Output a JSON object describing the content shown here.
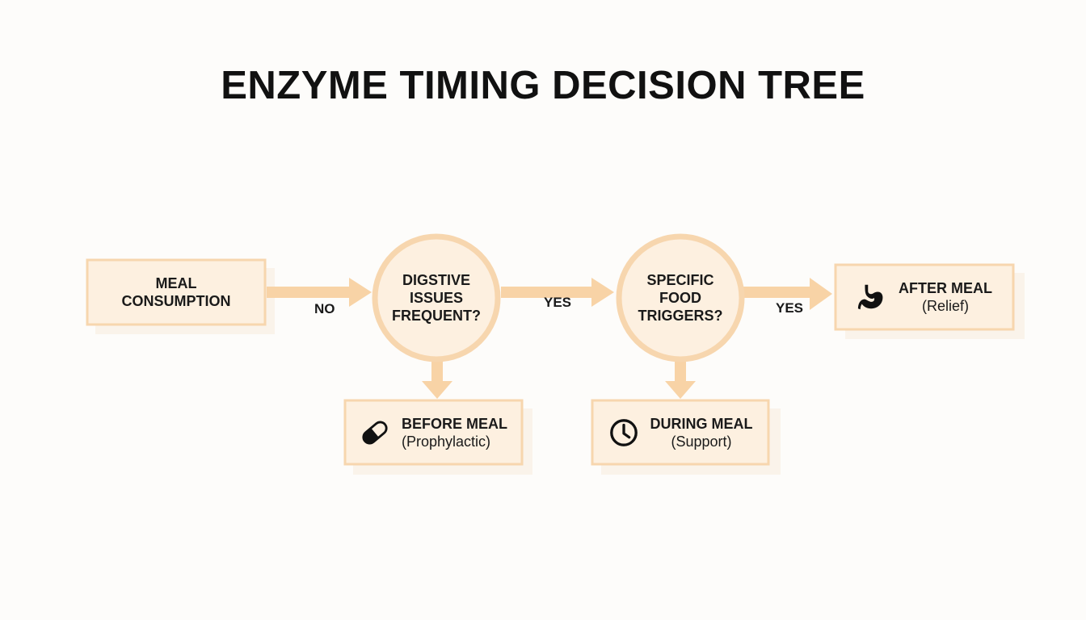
{
  "title": "ENZYME TIMING DECISION TREE",
  "colors": {
    "node_fill": "#fdf0e0",
    "node_border": "#f7d6ae",
    "arrow": "#f8d3a6",
    "shadow": "#faf3ea",
    "text": "#1a1a1a"
  },
  "nodes": {
    "start": {
      "line1": "MEAL",
      "line2": "CONSUMPTION"
    },
    "q1": {
      "line1": "DIGSTIVE",
      "line2": "ISSUES",
      "line3": "FREQUENT?"
    },
    "q2": {
      "line1": "SPECIFIC",
      "line2": "FOOD",
      "line3": "TRIGGERS?"
    },
    "before": {
      "label": "BEFORE MEAL",
      "sub": "(Prophylactic)",
      "icon": "pill-icon"
    },
    "during": {
      "label": "DURING MEAL",
      "sub": "(Support)",
      "icon": "clock-icon"
    },
    "after": {
      "label": "AFTER MEAL",
      "sub": "(Relief)",
      "icon": "stomach-icon"
    }
  },
  "edges": {
    "start_to_q1": "NO",
    "q1_to_q2": "YES",
    "q2_to_after": "YES"
  }
}
